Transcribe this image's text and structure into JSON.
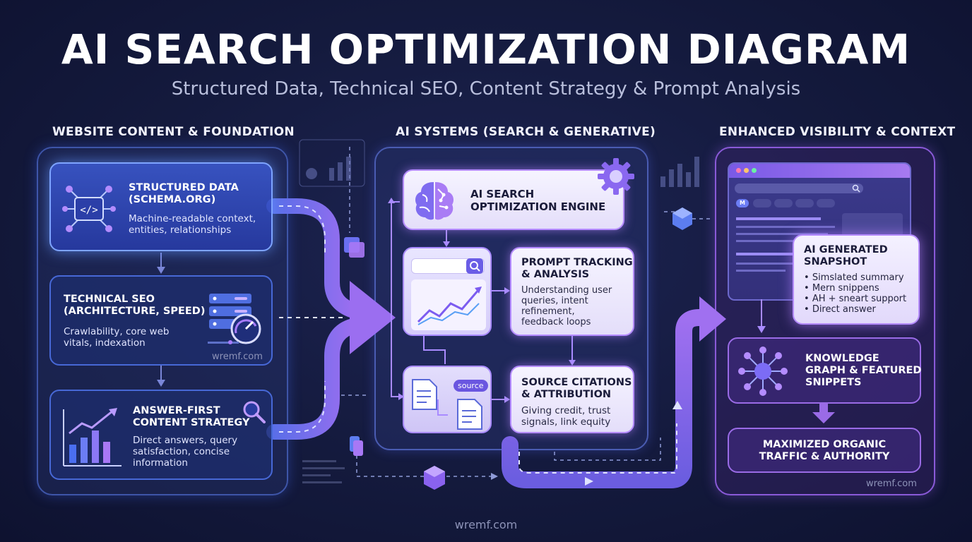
{
  "header": {
    "title": "AI SEARCH OPTIMIZATION DIAGRAM",
    "subtitle": "Structured Data, Technical SEO, Content Strategy & Prompt Analysis"
  },
  "columns": {
    "left": {
      "heading": "WEBSITE CONTENT & FOUNDATION",
      "cards": [
        {
          "title": "STRUCTURED DATA\n(SCHEMA.ORG)",
          "desc": "Machine-readable context,\nentities, relationships",
          "icon": "code-network-icon"
        },
        {
          "title": "TECHNICAL SEO\n(ARCHITECTURE, SPEED)",
          "desc": "Crawlability, core web\nvitals, indexation",
          "icon": "server-gauge-icon"
        },
        {
          "title": "ANSWER-FIRST\nCONTENT STRATEGY",
          "desc": "Direct answers, query\nsatisfaction, concise\ninformation",
          "icon": "bar-chart-magnifier-icon"
        }
      ],
      "watermark": "wremf.com"
    },
    "middle": {
      "heading": "AI SYSTEMS (SEARCH & GENERATIVE)",
      "engine": {
        "title": "AI SEARCH\nOPTIMIZATION ENGINE",
        "icon": "brain-circuit-icon",
        "gear": "gear-icon"
      },
      "cards": [
        {
          "title": "PROMPT TRACKING\n& ANALYSIS",
          "desc": "Understanding user\nqueries, intent\nrefinement,\nfeedback loops"
        },
        {
          "title": "SOURCE CITATIONS\n& ATTRIBUTION",
          "desc": "Giving credit, trust\nsignals, link equity"
        }
      ],
      "source_badge": "source"
    },
    "right": {
      "heading": "ENHANCED VISIBILITY & CONTEXT",
      "snapshot": {
        "title": "AI GENERATED\nSNAPSHOT",
        "bullets": [
          "Simslated summary",
          "Mern snippens",
          "AH + sneart support",
          "Direct answer"
        ]
      },
      "browser_tag": "M",
      "knowledge": {
        "title": "KNOWLEDGE\nGRAPH & FEATURED\nSNIPPETS",
        "icon": "knowledge-graph-icon"
      },
      "result": {
        "title": "MAXIMIZED ORGANIC\nTRAFFIC & AUTHORITY"
      },
      "watermark": "wremf.com"
    }
  },
  "footer": {
    "watermark": "wremf.com"
  },
  "colors": {
    "accent_blue": "#4768d6",
    "accent_purple": "#9a6be6",
    "arrow": "#7b6cf0"
  }
}
